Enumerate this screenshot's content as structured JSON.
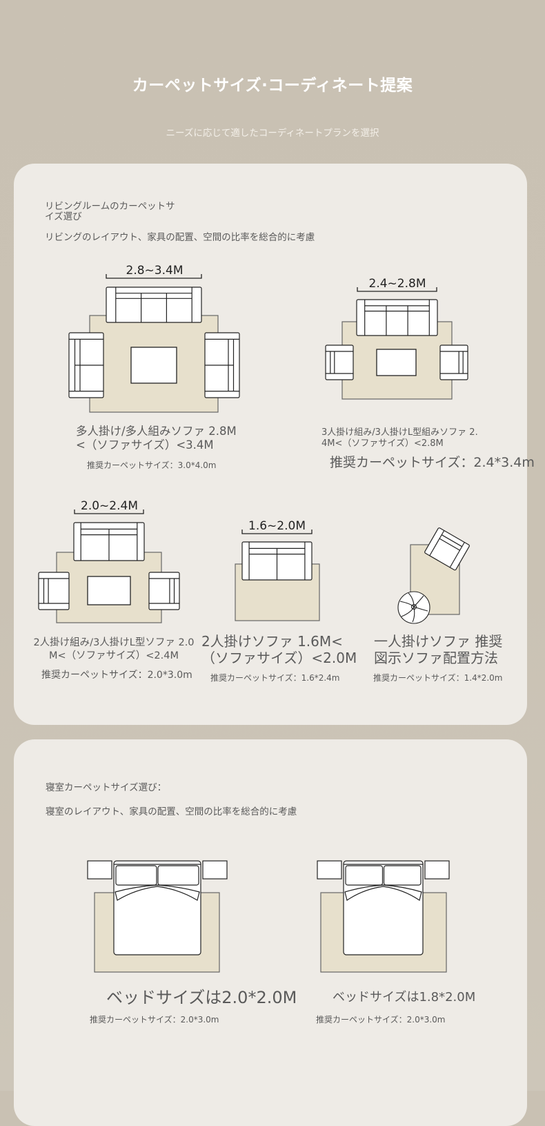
{
  "header": {
    "title": "カーペットサイズ·コーディネート提案",
    "subtitle": "ニーズに応じて適したコーディネートプランを選択"
  },
  "living": {
    "heading": "リビングルームのカーペットサイズ選び",
    "description": "リビングのレイアウト、家具の配置、空間の比率を総合的に考慮",
    "layouts": [
      {
        "dimension": "2.8~3.4M",
        "label": "多人掛け/多人組みソファ 2.8M<（ソファサイズ）<3.4M",
        "recommendation": "推奨カーペットサイズ：3.0*4.0m"
      },
      {
        "dimension": "2.4~2.8M",
        "label": "3人掛け組み/3人掛けL型組みソファ 2.4M<（ソファサイズ）<2.8M",
        "recommendation": "推奨カーペットサイズ：2.4*3.4m"
      },
      {
        "dimension": "2.0~2.4M",
        "label": "2人掛け組み/3人掛けL型ソファ 2.0M<（ソファサイズ）<2.4M",
        "recommendation": "推奨カーペットサイズ：2.0*3.0m"
      },
      {
        "dimension": "1.6~2.0M",
        "label": "2人掛けソファ 1.6M<（ソファサイズ）<2.0M",
        "recommendation": "推奨カーペットサイズ：1.6*2.4m"
      },
      {
        "dimension": "",
        "label": "一人掛けソファ 推奨図示ソファ配置方法",
        "recommendation": "推奨カーペットサイズ：1.4*2.0m"
      }
    ]
  },
  "bedroom": {
    "heading": "寝室カーペットサイズ選び：",
    "description": "寝室のレイアウト、家具の配置、空間の比率を総合的に考慮",
    "layouts": [
      {
        "label": "ベッドサイズは2.0*2.0M",
        "recommendation": "推奨カーペットサイズ：2.0*3.0m"
      },
      {
        "label": "ベッドサイズは1.8*2.0M",
        "recommendation": "推奨カーペットサイズ：2.0*3.0m"
      }
    ]
  },
  "colors": {
    "background": "#c9c1b3",
    "card": "#eeebe6",
    "rug": "#e7e0cc",
    "line": "#222222"
  }
}
